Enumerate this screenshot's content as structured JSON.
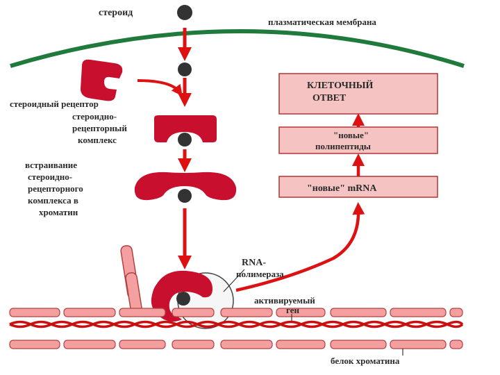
{
  "labels": {
    "steroid": "стероид",
    "membrane": "плазматическая мембрана",
    "receptor": "стероидный рецептор",
    "complex": [
      "стероидно-",
      "рецепторный",
      "комплекс"
    ],
    "insertion": [
      "встраивание",
      "стероидно-",
      "рецепторного",
      "комплекса в",
      "хроматин"
    ],
    "polymerase": [
      "RNA-",
      "полимераза"
    ],
    "gene": [
      "активируемый",
      "ген"
    ],
    "chromatin_protein": "белок хроматина"
  },
  "boxes": {
    "response": [
      "КЛЕТОЧНЫЙ",
      "ОТВЕТ"
    ],
    "polypeptides": [
      "\"новые\"",
      "полипептиды"
    ],
    "mrna": "\"новые\" mRNA"
  },
  "colors": {
    "membrane": "#1f7a3c",
    "receptor": "#c8102e",
    "arrow": "#dd1111",
    "steroid": "#333333",
    "box_fill": "#f6c3c3",
    "box_stroke": "#b33333",
    "chromatin": "#f4a0a0",
    "dna": "#c81010"
  }
}
